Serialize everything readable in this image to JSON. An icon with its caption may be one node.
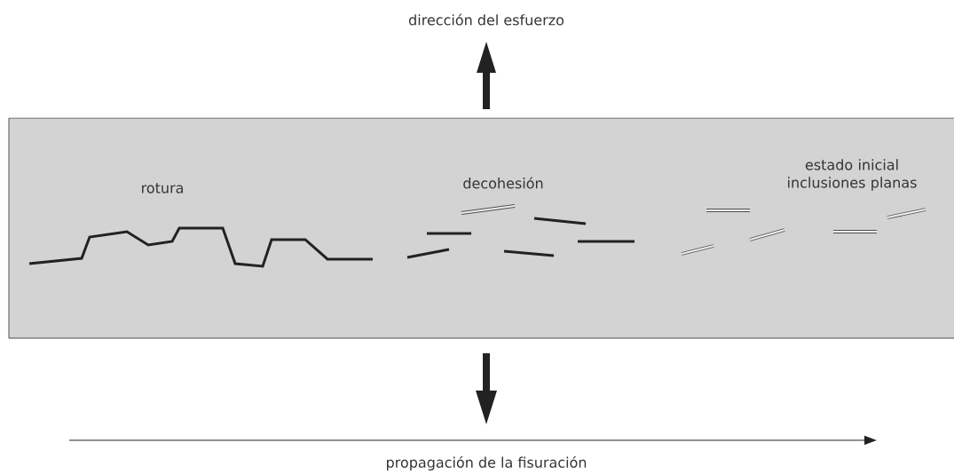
{
  "diagram": {
    "labels": [
      "dirección del esfuerzo",
      "rotura",
      "decohesión",
      "estado inicial inclusiones planas",
      "propagación de la fisuración"
    ]
  }
}
